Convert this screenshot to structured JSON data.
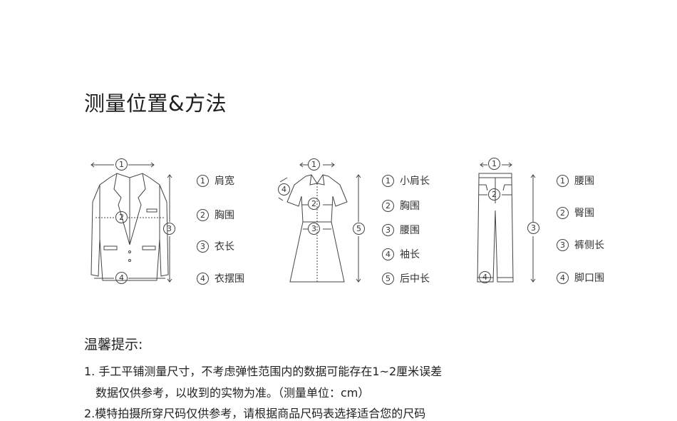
{
  "title": "测量位置&方法",
  "colors": {
    "line": "#444444",
    "text": "#222222"
  },
  "figures": {
    "jacket": {
      "icon": "jacket-icon",
      "markers": [
        "1",
        "2",
        "3",
        "4"
      ],
      "legend": [
        {
          "num": "1",
          "label": "肩宽"
        },
        {
          "num": "2",
          "label": "胸围"
        },
        {
          "num": "3",
          "label": "衣长"
        },
        {
          "num": "4",
          "label": "衣摆围"
        }
      ]
    },
    "dress": {
      "icon": "dress-icon",
      "markers": [
        "1",
        "2",
        "3",
        "4",
        "5"
      ],
      "legend": [
        {
          "num": "1",
          "label": "小肩长"
        },
        {
          "num": "2",
          "label": "胸围"
        },
        {
          "num": "3",
          "label": "腰围"
        },
        {
          "num": "4",
          "label": "袖长"
        },
        {
          "num": "5",
          "label": "后中长"
        }
      ]
    },
    "pants": {
      "icon": "pants-icon",
      "markers": [
        "1",
        "2",
        "3",
        "4"
      ],
      "legend": [
        {
          "num": "1",
          "label": "腰围"
        },
        {
          "num": "2",
          "label": "臀围"
        },
        {
          "num": "3",
          "label": "裤侧长"
        },
        {
          "num": "4",
          "label": "脚口围"
        }
      ]
    }
  },
  "tips": {
    "heading": "温馨提示:",
    "lines": [
      "1. 手工平铺测量尺寸，不考虑弹性范围内的数据可能存在1~2厘米误差",
      "数据仅供参考，以收到的实物为准。（测量单位：cm）",
      "2.模特拍摄所穿尺码仅供参考，请根据商品尺码表选择适合您的尺码"
    ]
  }
}
